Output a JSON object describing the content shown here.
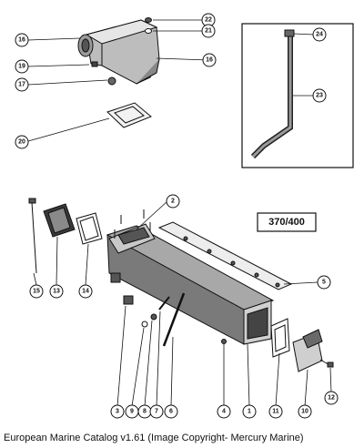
{
  "model_badge": "370/400",
  "caption": "European Marine Catalog v1.61 (Image Copyright- Mercury Marine)",
  "callouts": {
    "c1": "1",
    "c2": "2",
    "c3": "3",
    "c4": "4",
    "c5": "5",
    "c6": "6",
    "c7": "7",
    "c8": "8",
    "c9": "9",
    "c10": "10",
    "c11": "11",
    "c12": "12",
    "c13": "13",
    "c14": "14",
    "c15": "15",
    "c16a": "16",
    "c16b": "16",
    "c17": "17",
    "c19": "19",
    "c20": "20",
    "c21": "21",
    "c22": "22",
    "c23": "23",
    "c24": "24"
  }
}
